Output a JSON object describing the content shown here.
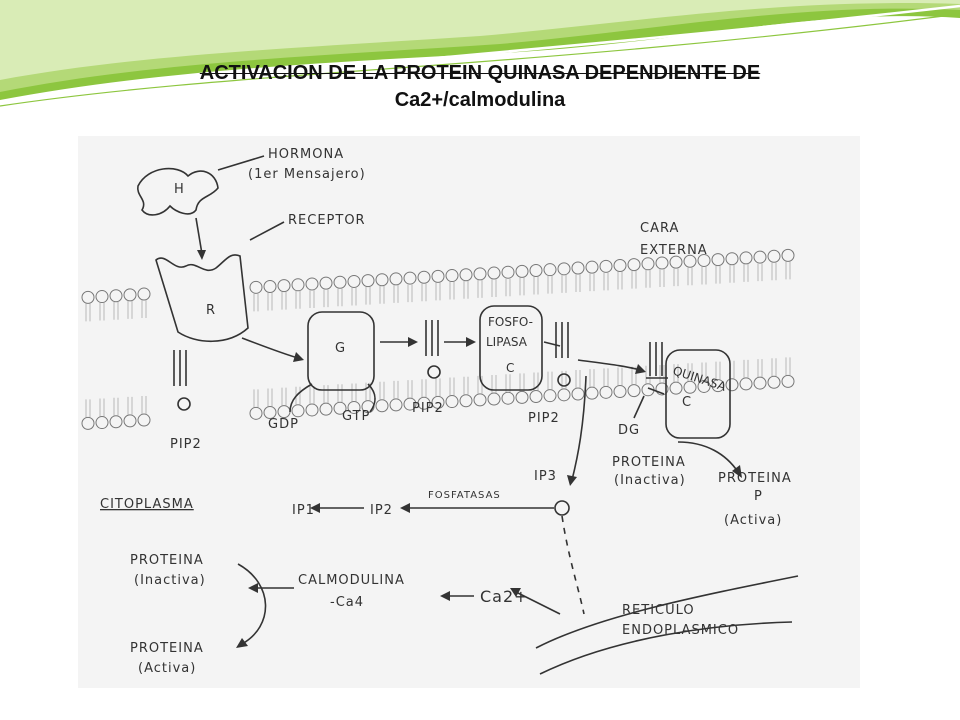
{
  "slide": {
    "title_line1": "ACTIVACION DE LA PROTEIN QUINASA DEPENDIENTE DE",
    "title_line2": "Ca2+/calmodulina",
    "accent_colors": [
      "#8dc63f",
      "#c5e08a",
      "#ffffff"
    ]
  },
  "diagram": {
    "hormone": {
      "label": "HORMONA",
      "sublabel": "(1er Mensajero)",
      "symbol": "H"
    },
    "receptor": {
      "label": "RECEPTOR",
      "symbol": "R"
    },
    "outer_face": {
      "line1": "CARA",
      "line2": "EXTERNA"
    },
    "g_protein": {
      "symbol": "G"
    },
    "gdp": "GDP",
    "gtp": "GTP",
    "pip2": "PIP2",
    "phospholipase": {
      "line1": "FOSFO-",
      "line2": "LIPASA",
      "line3": "C"
    },
    "kinase": {
      "line1": "QUINASA",
      "line2": "C"
    },
    "dg": "DG",
    "ip3": "IP3",
    "ip2": "IP2",
    "ip1": "IP1",
    "phosphatases": "FOSFATASAS",
    "cytoplasm": "CITOPLASMA",
    "protein_left_top": {
      "line1": "PROTEINA",
      "line2": "(Inactiva)"
    },
    "protein_right_inactive": {
      "line1": "PROTEINA",
      "line2": "(Inactiva)"
    },
    "protein_right_active": {
      "line1": "PROTEINA",
      "line2": "P",
      "line3": "(Activa)"
    },
    "protein_left_bottom": {
      "line1": "PROTEINA",
      "line2": "(Activa)"
    },
    "calmodulin": {
      "line1": "CALMODULINA",
      "line2": "-Ca4"
    },
    "calcium": "Ca2+",
    "reticulum": {
      "line1": "RETICULO",
      "line2": "ENDOPLASMICO"
    }
  }
}
